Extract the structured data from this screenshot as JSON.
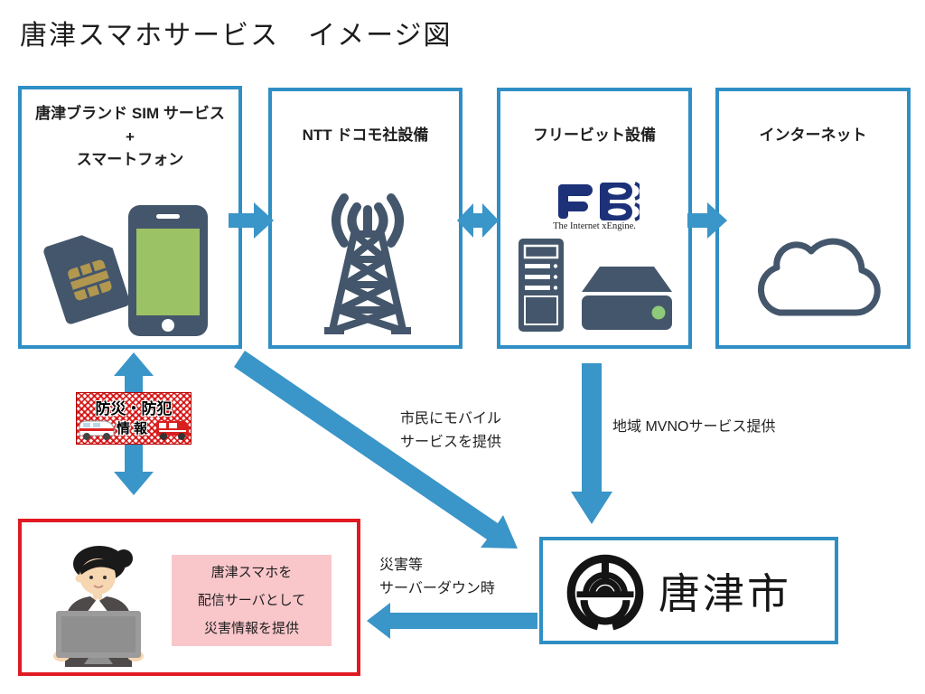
{
  "title": "唐津スマホサービス　イメージ図",
  "colors": {
    "arrow": "#3a95c8",
    "box_border": "#2f8fc5",
    "icon_slate": "#44566b",
    "red_border": "#e01a22",
    "pink_fill": "#f9c6ca",
    "screen_green": "#9cc266",
    "sim_chip_gold": "#b2974f",
    "fb_navy": "#1c3178",
    "nas_led_green": "#8fc97a",
    "emblem_black": "#141414"
  },
  "nodes": {
    "sim": {
      "line1": "唐津ブランド SIM サービス",
      "line2": "+",
      "line3": "スマートフォン"
    },
    "docomo": {
      "title": "NTT ドコモ社設備"
    },
    "freebit": {
      "title": "フリービット設備",
      "logo_caption": "The Internet xEngine."
    },
    "internet": {
      "title": "インターネット"
    },
    "karatsu_city": {
      "label": "唐津市"
    },
    "disaster_box": {
      "line1": "唐津スマホを",
      "line2": "配信サーバとして",
      "line3": "災害情報を提供"
    }
  },
  "banner": {
    "line1": "防災・防犯",
    "line2": "情報"
  },
  "arrow_labels": {
    "mobile": {
      "line1": "市民にモバイル",
      "line2": "サービスを提供"
    },
    "mvno": {
      "line1": "地域 MVNOサービス提供"
    },
    "server_down": {
      "line1": "災害等",
      "line2": "サーバーダウン時"
    }
  }
}
